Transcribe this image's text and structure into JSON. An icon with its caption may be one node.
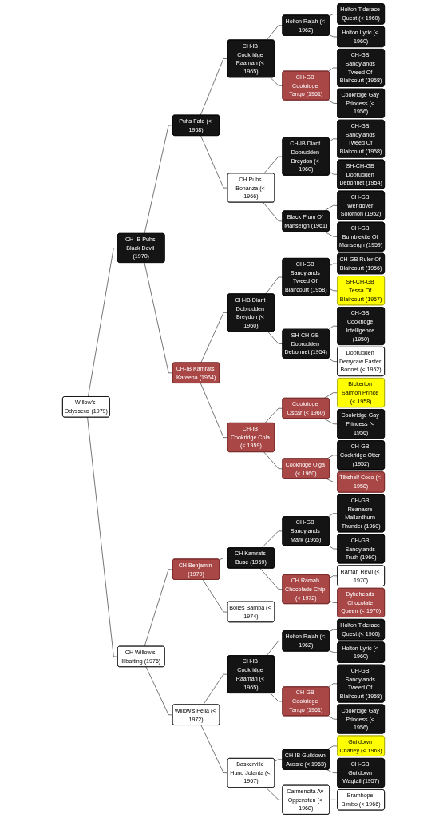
{
  "diagram": {
    "nodes": [
      {
        "text": [
          "Holton Tiderace Quest (< 1960)"
        ]
      },
      {
        "text": [
          "Holton Rajah (< 1962)"
        ]
      },
      {
        "text": [
          "Holton Lyric (< 1960)"
        ]
      },
      {
        "text": [
          "CH-IB Cookridge Raamah (< 1965)"
        ]
      },
      {
        "text": [
          "CH-GB Sandylands Tweed Of Blaircourt (1958)"
        ]
      },
      {
        "text": [
          "CH-GB Cookridge Tango (1961)"
        ]
      },
      {
        "text": [
          "Cookridge Gay Princess (< 1956)"
        ]
      },
      {
        "text": [
          "Puhs Fate (< 1968)"
        ]
      },
      {
        "text": [
          "CH-GB Sandylands Tweed Of Blaircourt (1958)"
        ]
      },
      {
        "text": [
          "CH-IB Diant Dobrudden Breydon (< 1960)"
        ]
      },
      {
        "text": [
          "SH-CH-GB Dobrudden Debonnet (1954)"
        ]
      },
      {
        "text": [
          "CH Puhs Bonanza (< 1966)"
        ]
      },
      {
        "text": [
          "CH-GB Wendover Solomon (1952)"
        ]
      },
      {
        "text": [
          "Black Plum Of Mansergh (1961)"
        ]
      },
      {
        "text": [
          "CH-GB Bumblekite Of Mansergh (1959)"
        ]
      },
      {
        "text": [
          "CH-IB Puhs Black Devil (1970)"
        ]
      },
      {
        "text": [
          "CH-GB Ruler Of Blaircourt (1956)"
        ]
      },
      {
        "text": [
          "CH-GB Sandylands Tweed Of Blaircourt (1958)"
        ]
      },
      {
        "text": [
          "SH-CH-GB Tessa Of Blaircourt (1957)"
        ]
      },
      {
        "text": [
          "CH-IB Diant Dobrudden Breydon (< 1960)"
        ]
      },
      {
        "text": [
          "CH-GB Cookridge Intelligence (1950)"
        ]
      },
      {
        "text": [
          "SH-CH-GB Dobrudden Debonnet (1954)"
        ]
      },
      {
        "text": [
          "Dobrudden Derrycaw Easter Bonnet (< 1952)"
        ]
      },
      {
        "text": [
          "CH-IB Kamrats Kareena (1964)"
        ]
      },
      {
        "text": [
          "Bickerton Salmon Prince (< 1958)"
        ]
      },
      {
        "text": [
          "Cookridge Oscar (< 1960)"
        ]
      },
      {
        "text": [
          "Cookridge Gay Princess (< 1956)"
        ]
      },
      {
        "text": [
          "CH-IB Cookridge Cola (< 1959)"
        ]
      },
      {
        "text": [
          "CH-GB Cookridge Otter (1952)"
        ]
      },
      {
        "text": [
          "Cookridge Olga (< 1960)"
        ]
      },
      {
        "text": [
          "Tibshelf Coco (< 1958)"
        ]
      },
      {
        "text": [
          "Willow’s Odysseus (1979)"
        ]
      },
      {
        "text": [
          "CH-GB Reanacre Mallardhurn Thunder (1960)"
        ]
      },
      {
        "text": [
          "CH-GB Sandylands Mark (1965)"
        ]
      },
      {
        "text": [
          "CH-GB Sandylands Truth (1960)"
        ]
      },
      {
        "text": [
          "CH Kamrats Buse (1969)"
        ]
      },
      {
        "text": [
          "Ramah Revil (< 1970)"
        ]
      },
      {
        "text": [
          "CH Ramah Chocolade Chip (< 1972)"
        ]
      },
      {
        "text": [
          "Dykeheads Chocolate Queen (< 1970)"
        ]
      },
      {
        "text": [
          "CH Benjamin (1970)"
        ]
      },
      {
        "text": [
          "Bolles Bamba (< 1974)"
        ]
      },
      {
        "text": [
          "CH Willow’s Illbatting (1976)"
        ]
      },
      {
        "text": [
          "Holton Tiderace Quest (< 1960)"
        ]
      },
      {
        "text": [
          "Holton Rajah (< 1962)"
        ]
      },
      {
        "text": [
          "Holton Lyric (< 1960)"
        ]
      },
      {
        "text": [
          "CH-IB Cookridge Raamah (< 1965)"
        ]
      },
      {
        "text": [
          "CH-GB Sandylands Tweed Of Blaircourt (1958)"
        ]
      },
      {
        "text": [
          "CH-GB Cookridge Tango (1961)"
        ]
      },
      {
        "text": [
          "Cookridge Gay Princess (< 1956)"
        ]
      },
      {
        "text": [
          "Willow’s Pella (< 1972)"
        ]
      },
      {
        "text": [
          "Guildown Charley (< 1963)"
        ]
      },
      {
        "text": [
          "CH-IB Guildown Aussie (< 1963)"
        ]
      },
      {
        "text": [
          "CH-GB Guildown Wagtail (1957)"
        ]
      },
      {
        "text": [
          "Baskerville Hund Jolanta (< 1967)"
        ]
      },
      {
        "text": [
          "Carmencita Av Oppensten (< 1968)"
        ]
      },
      {
        "text": [
          "Bramhope Bimbo (< 1966)"
        ]
      }
    ],
    "edges": [
      {
        "from": 31,
        "to": 15,
        "arrow": "none"
      },
      {
        "from": 31,
        "to": 41,
        "arrow": "none"
      },
      {
        "from": 15,
        "to": 7,
        "arrow": "none"
      },
      {
        "from": 15,
        "to": 23,
        "arrow": "none"
      },
      {
        "from": 7,
        "to": 3,
        "arrow": "none"
      },
      {
        "from": 7,
        "to": 11,
        "arrow": "none"
      },
      {
        "from": 3,
        "to": 1,
        "arrow": "none"
      },
      {
        "from": 3,
        "to": 5,
        "arrow": "none"
      },
      {
        "from": 1,
        "to": 0,
        "arrow": "none"
      },
      {
        "from": 1,
        "to": 2,
        "arrow": "none"
      },
      {
        "from": 5,
        "to": 4,
        "arrow": "none"
      },
      {
        "from": 5,
        "to": 6,
        "arrow": "none"
      },
      {
        "from": 11,
        "to": 9,
        "arrow": "none"
      },
      {
        "from": 11,
        "to": 13,
        "arrow": "none"
      },
      {
        "from": 9,
        "to": 8,
        "arrow": "none"
      },
      {
        "from": 9,
        "to": 10,
        "arrow": "none"
      },
      {
        "from": 13,
        "to": 12,
        "arrow": "none"
      },
      {
        "from": 13,
        "to": 14,
        "arrow": "none"
      },
      {
        "from": 23,
        "to": 19,
        "arrow": "none"
      },
      {
        "from": 23,
        "to": 27,
        "arrow": "none"
      },
      {
        "from": 19,
        "to": 17,
        "arrow": "none"
      },
      {
        "from": 19,
        "to": 21,
        "arrow": "none"
      },
      {
        "from": 17,
        "to": 16,
        "arrow": "none"
      },
      {
        "from": 17,
        "to": 18,
        "arrow": "none"
      },
      {
        "from": 21,
        "to": 20,
        "arrow": "none"
      },
      {
        "from": 21,
        "to": 22,
        "arrow": "none"
      },
      {
        "from": 27,
        "to": 25,
        "arrow": "none"
      },
      {
        "from": 27,
        "to": 29,
        "arrow": "none"
      },
      {
        "from": 25,
        "to": 24,
        "arrow": "none"
      },
      {
        "from": 25,
        "to": 26,
        "arrow": "none"
      },
      {
        "from": 29,
        "to": 28,
        "arrow": "none"
      },
      {
        "from": 29,
        "to": 30,
        "arrow": "none"
      },
      {
        "from": 41,
        "to": 39,
        "arrow": "none"
      },
      {
        "from": 41,
        "to": 49,
        "arrow": "none"
      },
      {
        "from": 39,
        "to": 35,
        "arrow": "none"
      },
      {
        "from": 39,
        "to": 40,
        "arrow": "none"
      },
      {
        "from": 35,
        "to": 33,
        "arrow": "none"
      },
      {
        "from": 35,
        "to": 37,
        "arrow": "none"
      },
      {
        "from": 33,
        "to": 32,
        "arrow": "none"
      },
      {
        "from": 33,
        "to": 34,
        "arrow": "none"
      },
      {
        "from": 37,
        "to": 36,
        "arrow": "none"
      },
      {
        "from": 37,
        "to": 38,
        "arrow": "none"
      },
      {
        "from": 49,
        "to": 45,
        "arrow": "none"
      },
      {
        "from": 49,
        "to": 53,
        "arrow": "none"
      },
      {
        "from": 45,
        "to": 43,
        "arrow": "none"
      },
      {
        "from": 45,
        "to": 47,
        "arrow": "none"
      },
      {
        "from": 43,
        "to": 42,
        "arrow": "none"
      },
      {
        "from": 43,
        "to": 44,
        "arrow": "none"
      },
      {
        "from": 47,
        "to": 46,
        "arrow": "none"
      },
      {
        "from": 47,
        "to": 48,
        "arrow": "none"
      },
      {
        "from": 53,
        "to": 51,
        "arrow": "none"
      },
      {
        "from": 53,
        "to": 54,
        "arrow": "none"
      },
      {
        "from": 51,
        "to": 50,
        "arrow": "none"
      },
      {
        "from": 51,
        "to": 52,
        "arrow": "none"
      },
      {
        "from": 54,
        "to": 55,
        "arrow": "none"
      }
    ]
  }
}
